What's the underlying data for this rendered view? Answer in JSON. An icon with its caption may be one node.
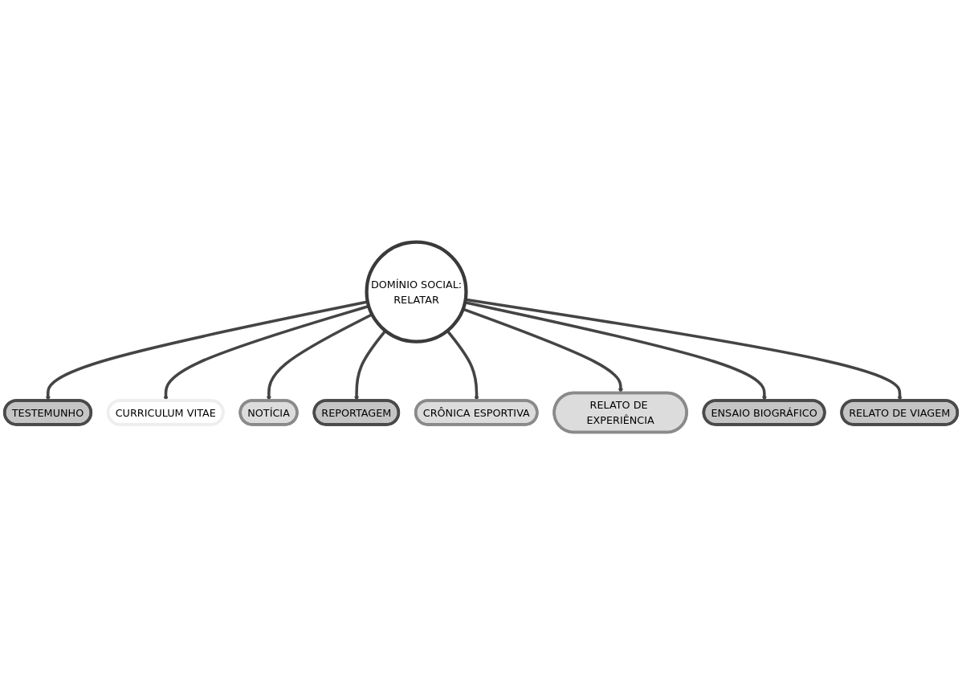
{
  "diagram": {
    "nodes": [
      {
        "text": [
          "TESTEMUNHO"
        ]
      },
      {
        "text": [
          "RELATO DE VIAGEM"
        ]
      },
      {
        "text": [
          "CURRICULUM VITAE"
        ]
      },
      {
        "text": [
          "DOMÍNIO SOCIAL:",
          "RELATAR"
        ]
      },
      {
        "text": [
          "NOTÍCIA"
        ]
      },
      {
        "text": [
          "ENSAIO BIOGRÁFICO"
        ]
      },
      {
        "text": [
          "REPORTAGEM"
        ]
      },
      {
        "text": [
          "RELATO DE EXPERIÊNCIA"
        ]
      },
      {
        "text": [
          "CRÔNICA ESPORTIVA"
        ]
      }
    ],
    "edges": [
      {
        "from": 3,
        "to": 0,
        "arrow": "to"
      },
      {
        "from": 3,
        "to": 2,
        "arrow": "to"
      },
      {
        "from": 3,
        "to": 4,
        "arrow": "to"
      },
      {
        "from": 3,
        "to": 6,
        "arrow": "to"
      },
      {
        "from": 3,
        "to": 8,
        "arrow": "to"
      },
      {
        "from": 3,
        "to": 7,
        "arrow": "to"
      },
      {
        "from": 3,
        "to": 5,
        "arrow": "to"
      },
      {
        "from": 3,
        "to": 1,
        "arrow": "to"
      }
    ]
  }
}
